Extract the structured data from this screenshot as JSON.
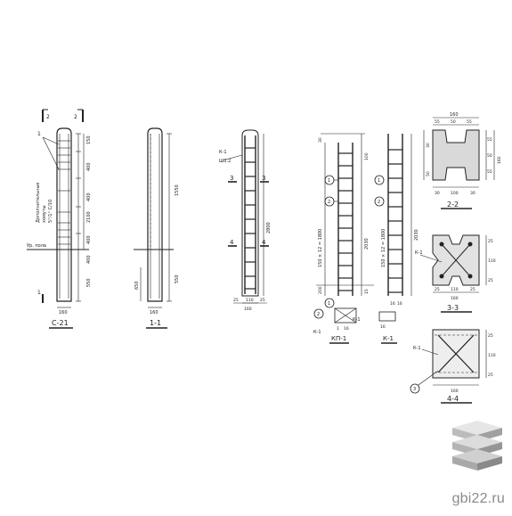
{
  "drawing": {
    "column_view": {
      "title": "С-21",
      "section_marks": [
        "2",
        "2",
        "1",
        "1"
      ],
      "callout_leader": "1",
      "note_lines": [
        "Дополнительные",
        "хомуты",
        "5°/1°  С/10"
      ],
      "level_label": "Ур. пола",
      "dims_right": [
        "150",
        "400",
        "400",
        "2100",
        "400",
        "400",
        "550"
      ],
      "dim_bottom": "160"
    },
    "section_1_1": {
      "title": "1-1",
      "dims_right": [
        "1550",
        "550"
      ],
      "dim_left": "650",
      "dim_bottom": "160"
    },
    "cage_k1": {
      "label_k1": "К-1",
      "label_sh2": "Ш1.2",
      "marks": [
        "3",
        "3",
        "4",
        "4"
      ],
      "dim_right": "2800",
      "dims_bottom": [
        "25",
        "110",
        "25"
      ],
      "dim_bottom_total": "160"
    },
    "cage_kp1": {
      "title": "КП-1",
      "markers": [
        "1",
        "2",
        "1",
        "2"
      ],
      "dim_left": "150 × 12 = 1800",
      "dims_left_small": [
        "30",
        "200"
      ],
      "dims_right": [
        "100",
        "2030",
        "15"
      ],
      "dims_bottom": [
        "1",
        "16",
        "16"
      ],
      "labels_bottom": [
        "К-1",
        "К-1"
      ]
    },
    "cage_k1_right": {
      "title": "К-1",
      "dim_right": "2030",
      "dim_left": "150 × 12 = 1800",
      "dim_bottom": [
        "16",
        "16"
      ]
    },
    "section_2_2": {
      "title": "2-2",
      "dims_top": [
        "160",
        "55",
        "50",
        "55"
      ],
      "dims_left": [
        "30",
        "50"
      ],
      "dims_right": [
        "55",
        "50",
        "55",
        "160"
      ],
      "dims_bottom": [
        "30",
        "100",
        "30"
      ]
    },
    "section_3_3": {
      "title": "3-3",
      "leader": "К-1",
      "dims_right": [
        "25",
        "110",
        "25"
      ],
      "dims_bottom": [
        "25",
        "110",
        "25"
      ],
      "dim_bottom_total": "160"
    },
    "section_4_4": {
      "title": "4-4",
      "leader": "К-1",
      "marker": "3",
      "dims_right": [
        "25",
        "110",
        "25"
      ],
      "dim_bottom": "160"
    }
  },
  "watermark": {
    "site": "gbi22.ru",
    "icon": "stacked-slabs-logo"
  }
}
